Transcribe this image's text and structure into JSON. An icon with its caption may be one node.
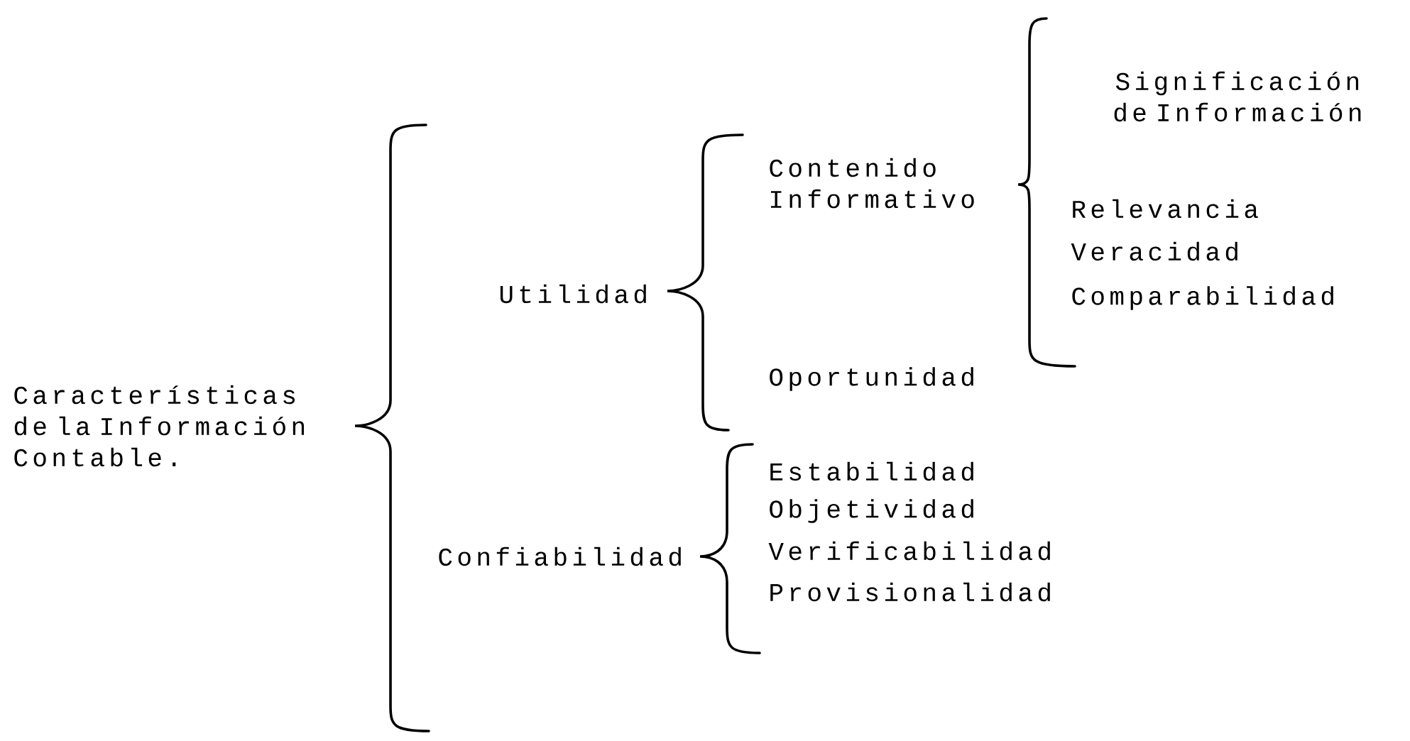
{
  "diagram": {
    "labels": [
      "Significación de Información",
      "Contenido Informativo",
      "Relevancia",
      "Veracidad",
      "Comparabilidad",
      "Utilidad",
      "Oportunidad",
      "Características de la Información Contable.",
      "Estabilidad",
      "Objetividad",
      "Verificabilidad",
      "Provisionalidad",
      "Confiabilidad"
    ]
  }
}
